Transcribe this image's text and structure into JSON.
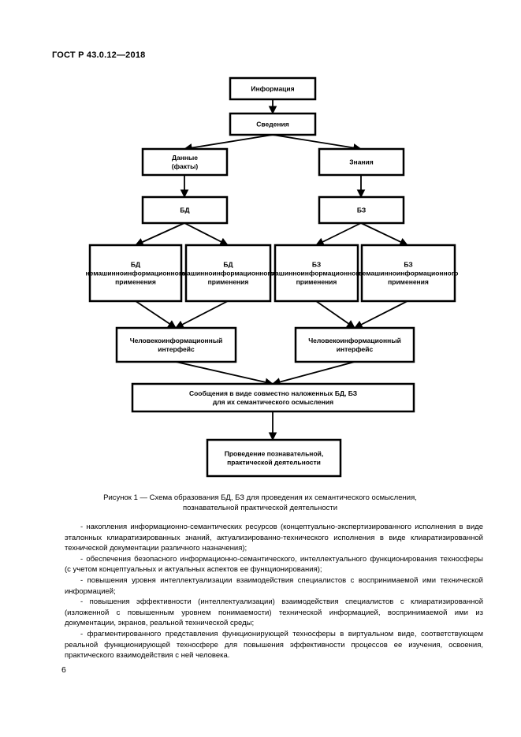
{
  "header": {
    "doc_code": "ГОСТ Р 43.0.12—2018"
  },
  "diagram": {
    "nodes": {
      "info": [
        "Информация"
      ],
      "svedeniya": [
        "Сведения"
      ],
      "dannye": [
        "Данные",
        "(факты)"
      ],
      "znaniya": [
        "Знания"
      ],
      "bd": [
        "БД"
      ],
      "bz": [
        "БЗ"
      ],
      "bd_nemash": [
        "БД",
        "немашинноинформационного",
        "применения"
      ],
      "bd_mash": [
        "БД",
        "машинноинформационного",
        "применения"
      ],
      "bz_mash": [
        "БЗ",
        "машинноинформационного",
        "применения"
      ],
      "bz_nemash": [
        "БЗ",
        "немашинноинформационного",
        "применения"
      ],
      "interface_left": [
        "Человекоинформационный",
        "интерфейс"
      ],
      "interface_right": [
        "Человекоинформационный",
        "интерфейс"
      ],
      "messages": [
        "Сообщения в виде совместно наложенных БД, БЗ",
        "для их семантического осмысления"
      ],
      "activity": [
        "Проведение познавательной,",
        "практической деятельности"
      ]
    }
  },
  "caption": {
    "line1": "Рисунок 1 — Схема образования БД, БЗ для проведения их семантического осмысления,",
    "line2": "познавательной практической деятельности"
  },
  "paragraphs": [
    "- накопления информационно-семантических ресурсов (концептуально-экспертизированного исполнения в виде эталонных клиаратизированных знаний, актуализированно-технического исполнения в виде клиаратизированной технической документации различного назначения);",
    "- обеспечения безопасного информационно-семантического, интеллектуального функционирования техносферы (с учетом концептуальных и актуальных аспектов ее функционирования);",
    "- повышения уровня интеллектуализации взаимодействия специалистов с воспринимаемой ими технической информацией;",
    "- повышения эффективности (интеллектуализации) взаимодействия специалистов с клиаратизированной (изложенной с повышенным уровнем понимаемости) технической информацией, воспринимаемой ими из документации, экранов, реальной технической среды;",
    "- фрагментированного представления функционирующей техносферы в виртуальном виде, соответствующем реальной функционирующей техносфере для повышения эффективности процессов ее изучения, освоения, практического взаимодействия с ней человека."
  ],
  "page_number": "6"
}
